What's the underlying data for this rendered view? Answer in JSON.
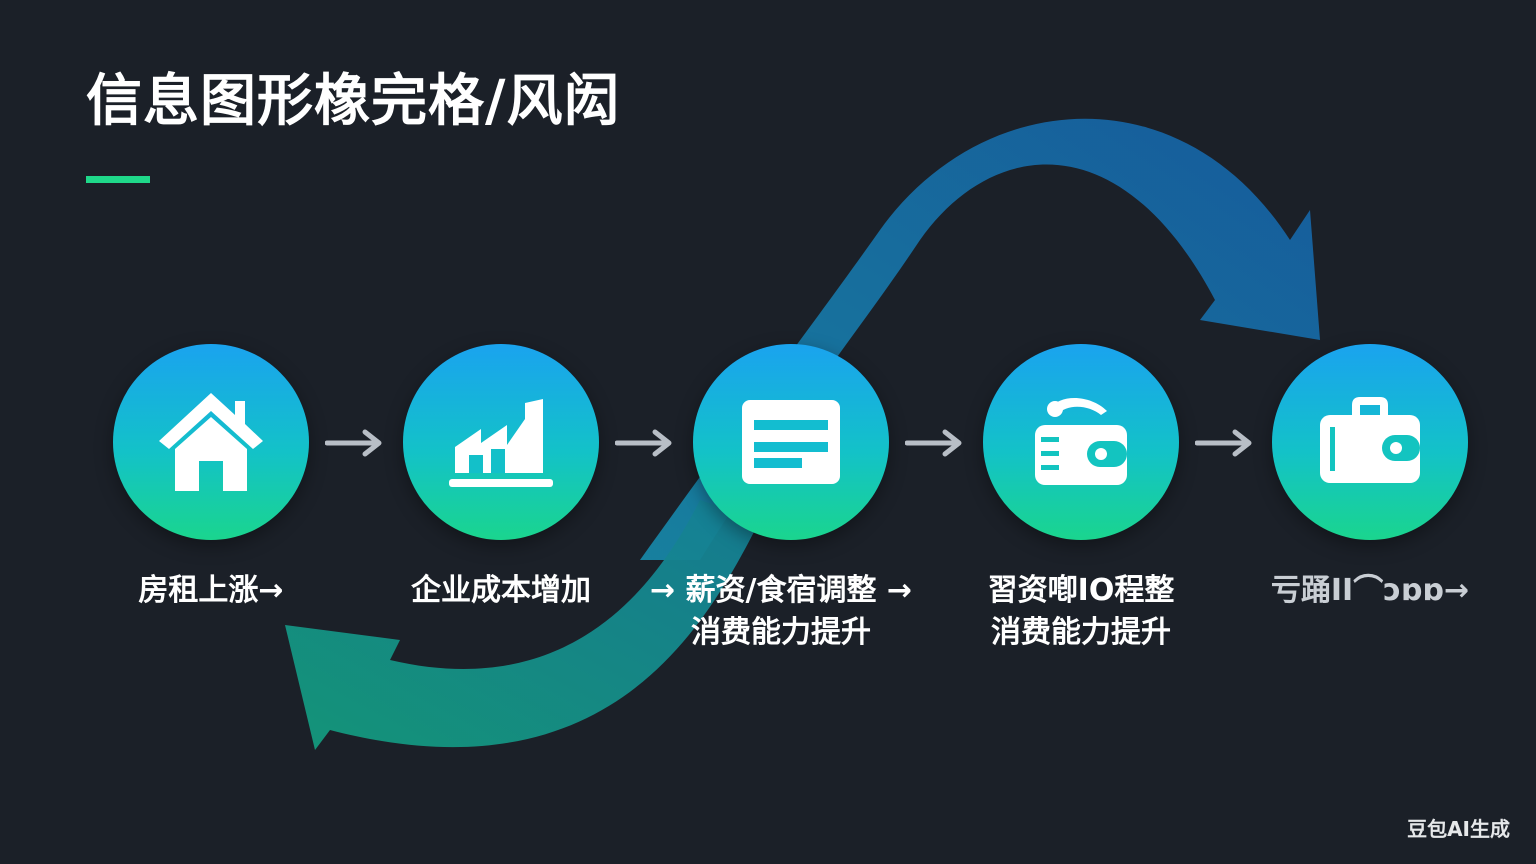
{
  "title": "信息图形橡完格/风闳",
  "steps": [
    {
      "icon": "house-icon",
      "label_lines": [
        "房租上涨→"
      ]
    },
    {
      "icon": "factory-icon",
      "label_lines": [
        "企业成本增加"
      ]
    },
    {
      "icon": "document-icon",
      "label_lines": [
        "→ 薪资/食宿调整 →",
        "消费能力提升"
      ]
    },
    {
      "icon": "wallet-icon",
      "label_lines": [
        "習资喞ΙΟ程整",
        "消费能力提升"
      ]
    },
    {
      "icon": "briefcase-icon",
      "label_lines": [
        "亏踊ΙΙ⌒ɔɒɒ→"
      ]
    }
  ],
  "colors": {
    "background": "#1b2028",
    "accent": "#1fd88a",
    "circle_top": "#1aa3ef",
    "circle_bottom": "#1ad58e",
    "big_arrow_top": "#1565a8",
    "big_arrow_bottom": "#17a37f"
  },
  "watermark": "豆包AI生成"
}
